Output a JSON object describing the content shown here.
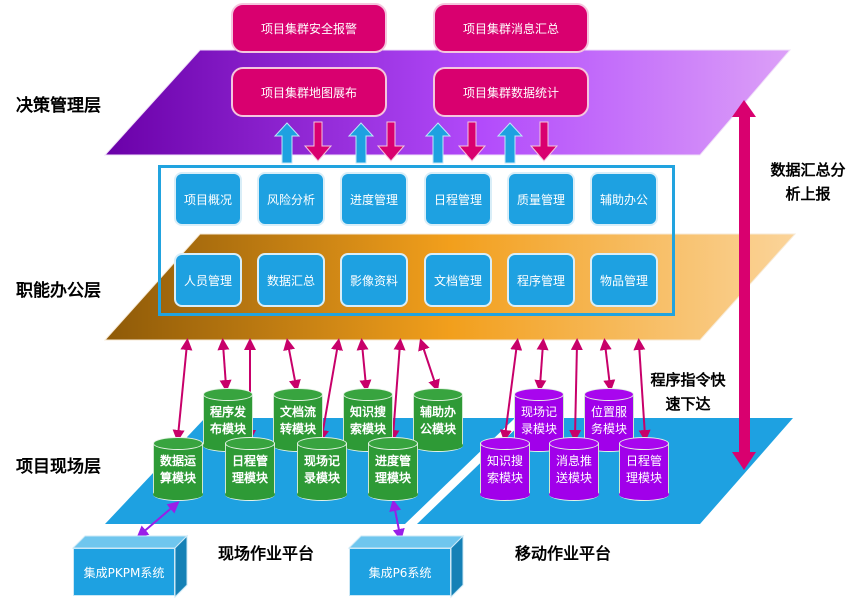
{
  "layers": {
    "decision": "决策管理层",
    "office": "职能办公层",
    "site": "项目现场层"
  },
  "decision_boxes": [
    "项目集群安全报警",
    "项目集群消息汇总",
    "项目集群地图展布",
    "项目集群数据统计"
  ],
  "office_row1": [
    "项目概况",
    "风险分析",
    "进度管理",
    "日程管理",
    "质量管理",
    "辅助办公"
  ],
  "office_row2": [
    "人员管理",
    "数据汇总",
    "影像资料",
    "文档管理",
    "程序管理",
    "物品管理"
  ],
  "site_modules_back": [
    "程序发\n布模块",
    "文档流\n转模块",
    "知识搜\n索模块",
    "辅助办\n公模块"
  ],
  "site_modules_front": [
    "数据运\n算模块",
    "日程管\n理模块",
    "现场记\n录模块",
    "进度管\n理模块"
  ],
  "mobile_modules_back": [
    "现场记\n录模块",
    "位置服\n务模块"
  ],
  "mobile_modules_front": [
    "知识搜\n索模块",
    "消息推\n送模块",
    "日程管\n理模块"
  ],
  "systems": {
    "pkpm": "集成PKPM系统",
    "p6": "集成P6系统"
  },
  "platforms": {
    "site": "现场作业平台",
    "mobile": "移动作业平台"
  },
  "annotations": {
    "upward": "数据汇总分\n析上报",
    "downward": "程序指令快\n速下达"
  },
  "colors": {
    "decision_plane_start": "#6a00a8",
    "decision_plane_end": "#dca0f8",
    "office_plane_start": "#8e5a08",
    "office_plane_end": "#fbd49a",
    "site_plane": "#1ea1e1",
    "pink_accent": "#d9006f",
    "blue_accent": "#1ea1e1",
    "green_module": "#2e9a36",
    "purple_module": "#a100ea",
    "purple_arrow": "#9a1ee8"
  }
}
